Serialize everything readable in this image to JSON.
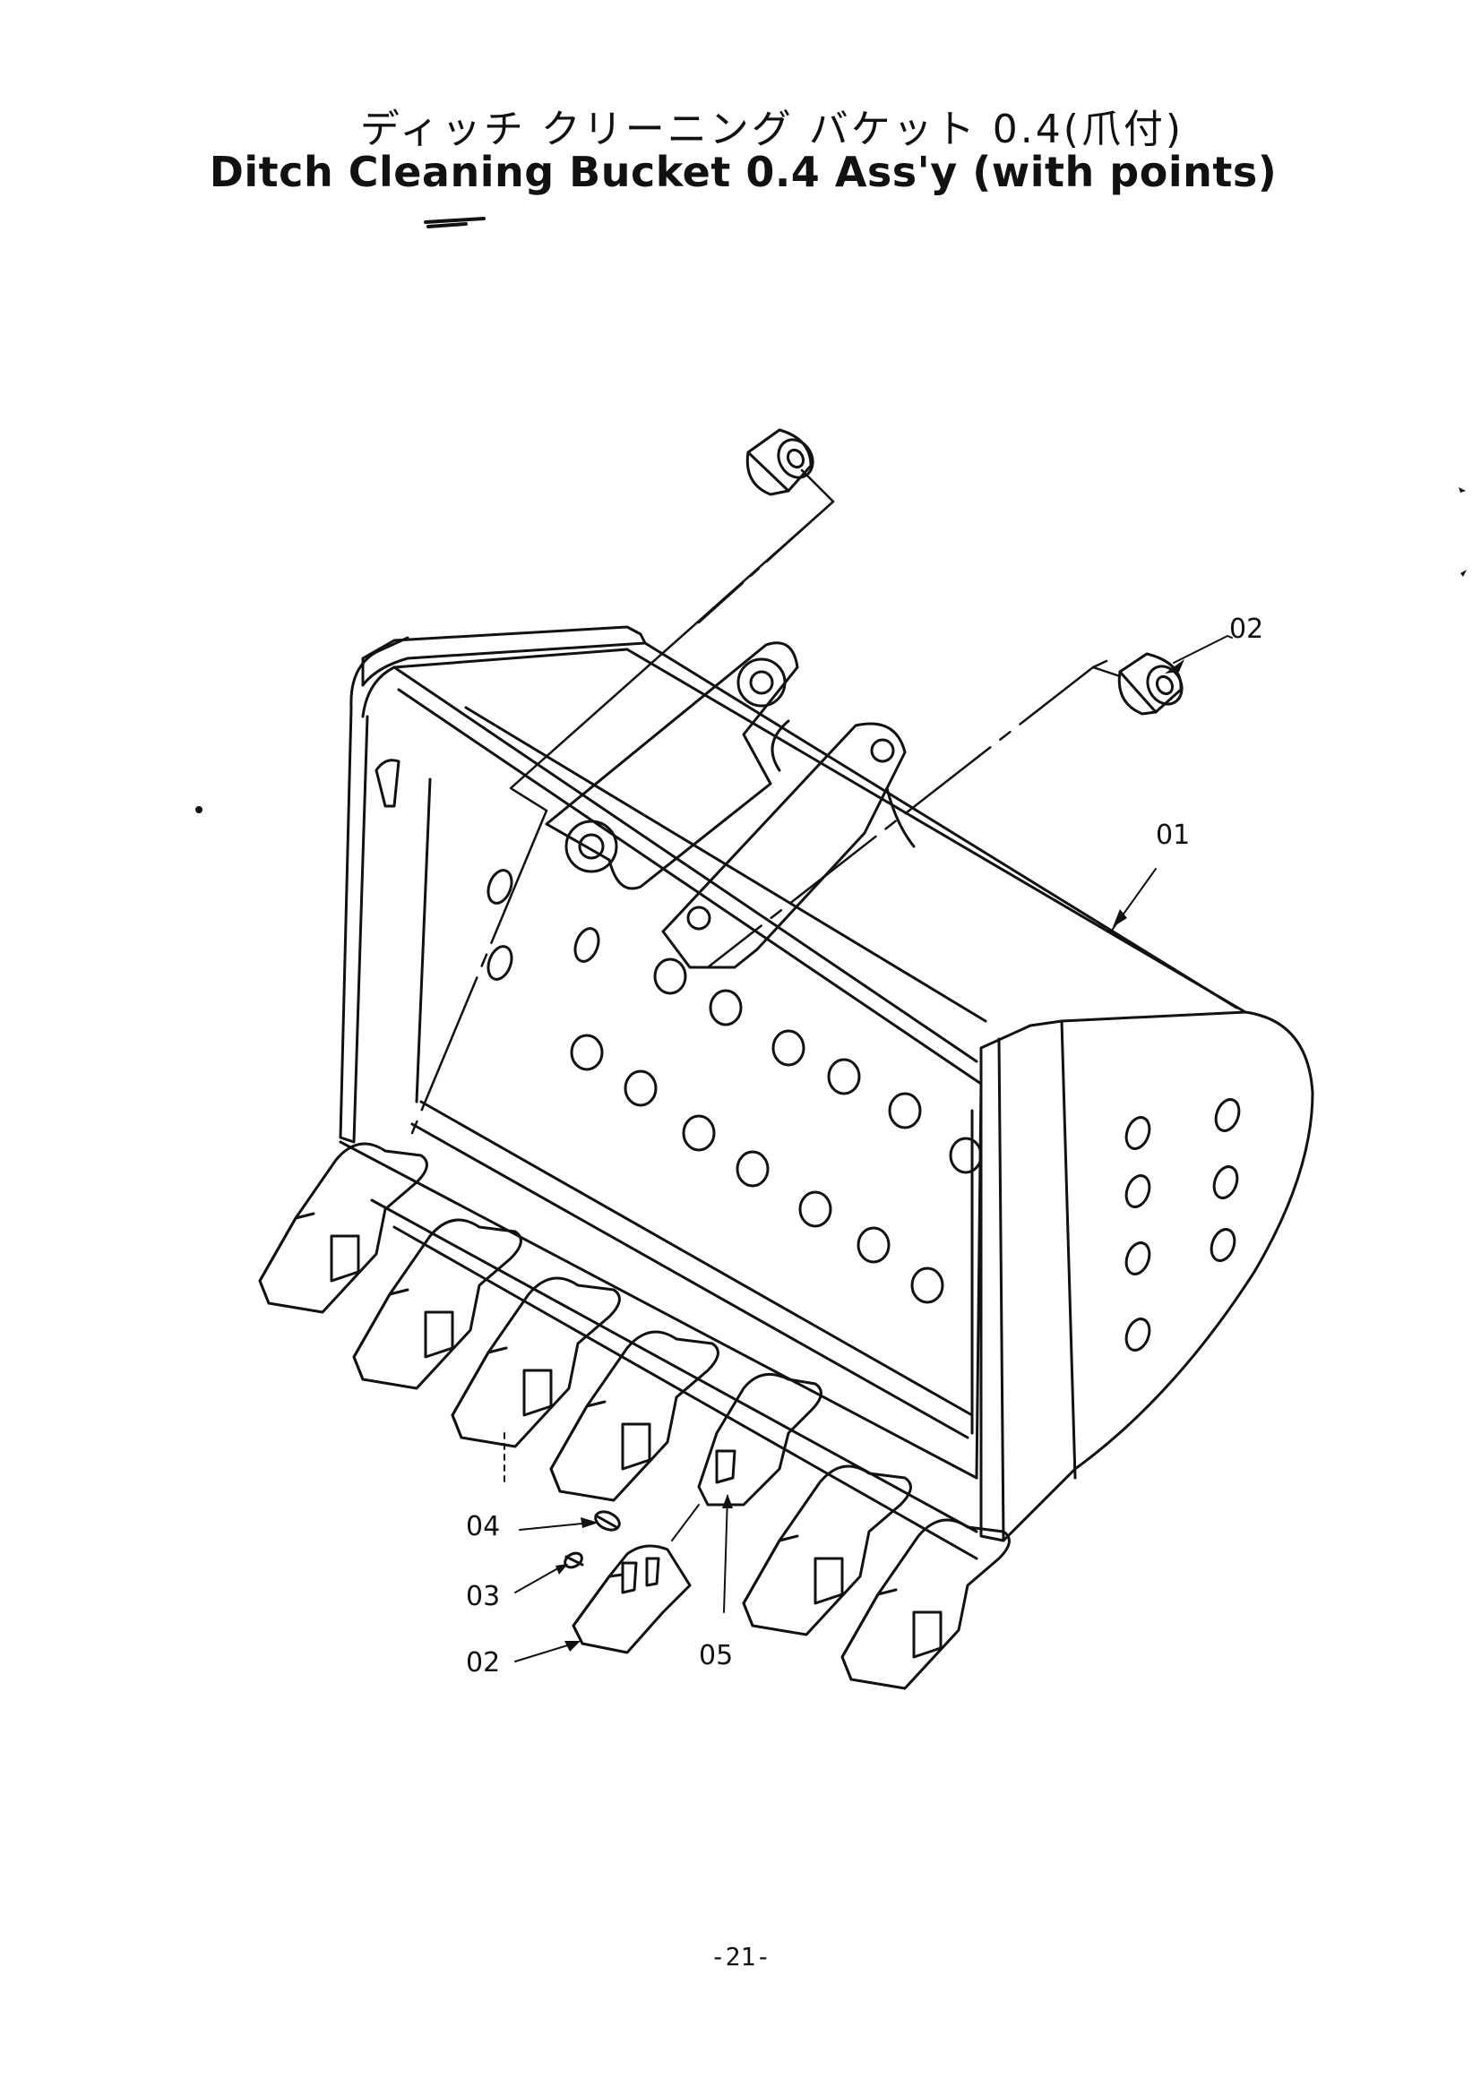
{
  "title_jp": "ディッチ クリーニング バケット 0.4(爪付)",
  "title_en": "Ditch Cleaning Bucket 0.4 Ass'y (with points)",
  "callouts": {
    "bucket": "01",
    "bushing": "02",
    "point": "02",
    "pin": "03",
    "lock": "04",
    "adapter": "05"
  },
  "page_number": "-21-",
  "colors": {
    "ink": "#111111",
    "paper": "#ffffff"
  }
}
